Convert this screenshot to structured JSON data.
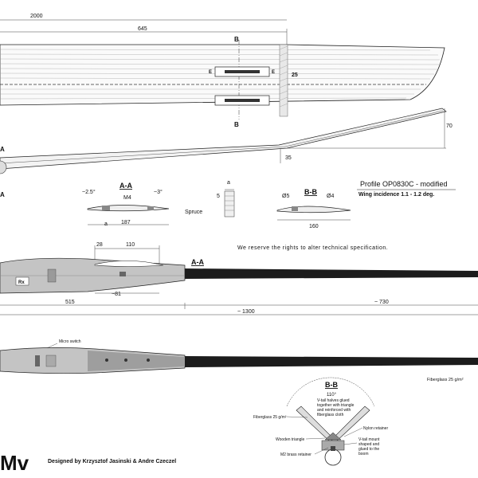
{
  "dimensions": {
    "d2000": "2000",
    "d645": "645",
    "d25": "25",
    "d70": "70",
    "d35": "35",
    "d187": "187",
    "d5": "5",
    "dPhi5": "Ø5",
    "dPhi4": "Ø4",
    "d160": "160",
    "d28": "28",
    "d110": "110",
    "d81": "~81",
    "d515": "515",
    "d730": "~ 730",
    "d1300": "~ 1300",
    "d110deg": "110°"
  },
  "section_marks": {
    "b_top": "B",
    "b_bottom": "B",
    "e_left": "E",
    "e_right": "E",
    "a_edge_top": "A",
    "a_edge_bottom": "A"
  },
  "sections": {
    "aa_title": "A-A",
    "bb_title": "B-B",
    "aa_fuselage_marker": "A-A",
    "bb_tail_title": "B-B"
  },
  "labels": {
    "angle_left": "~2.5°",
    "angle_right": "~3°",
    "m4": "M4",
    "a_left": "a",
    "a_spruce": "a",
    "spruce": "Spruce",
    "profile": "Profile OP0830C - modified",
    "wing_incidence": "Wing incidence 1.1 - 1.2 deg.",
    "rights_notice": "We reserve the rights to alter technical specification.",
    "rx": "Rx",
    "micro_switch": "Micro switch",
    "fiberglass_right": "Fiberglass 25 g/m²",
    "fiberglass_tail": "Fiberglass 25 g/m²",
    "vtail_note_1": "V-tail halves glued",
    "vtail_note_2": "together with triangle",
    "vtail_note_3": "and reinforced with",
    "vtail_note_4": "fiberglass cloth",
    "nylon_retainer": "Nylon retainer",
    "wooden_triangle": "Wooden triangle",
    "vtail_mount_1": "V-tail mount",
    "vtail_mount_2": "shaped and",
    "vtail_mount_3": "glued to the",
    "vtail_mount_4": "boom",
    "brass_retainer": "M2 brass retainer",
    "logo": "Mv",
    "credits": "Designed by Krzysztof Jasinski & Andre Czeczel"
  },
  "colors": {
    "boom": "#1c1c1c",
    "fuselage": "#b9b9b9",
    "fuselage_dark": "#8a8a8a",
    "spar": "#555555",
    "profile_red": "#cc2222"
  }
}
